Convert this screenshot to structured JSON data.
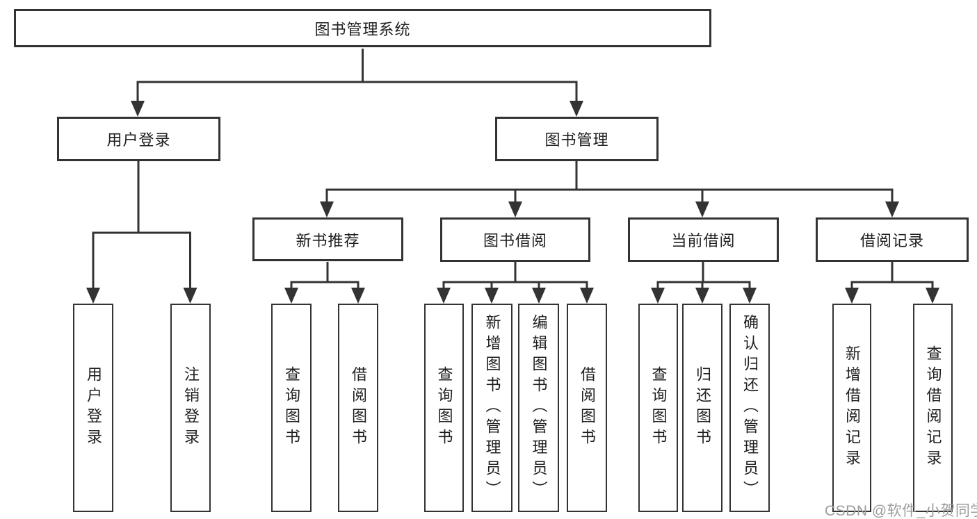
{
  "nodes": {
    "root": "图书管理系统",
    "user_login": "用户登录",
    "book_mgmt": "图书管理",
    "new_book_rec": "新书推荐",
    "book_borrow": "图书借阅",
    "current_borrow": "当前借阅",
    "borrow_record": "借阅记录"
  },
  "leaves": [
    {
      "parent": "用户登录",
      "label": "用户登录"
    },
    {
      "parent": "用户登录",
      "label": "注销登录"
    },
    {
      "parent": "新书推荐",
      "label": "查询图书"
    },
    {
      "parent": "新书推荐",
      "label": "借阅图书"
    },
    {
      "parent": "图书借阅",
      "label": "查询图书"
    },
    {
      "parent": "图书借阅",
      "label": "新增图书（管理员）"
    },
    {
      "parent": "图书借阅",
      "label": "编辑图书（管理员）"
    },
    {
      "parent": "图书借阅",
      "label": "借阅图书"
    },
    {
      "parent": "当前借阅",
      "label": "查询图书"
    },
    {
      "parent": "当前借阅",
      "label": "归还图书"
    },
    {
      "parent": "当前借阅",
      "label": "确认归还（管理员）"
    },
    {
      "parent": "借阅记录",
      "label": "新增借阅记录"
    },
    {
      "parent": "借阅记录",
      "label": "查询借阅记录"
    }
  ],
  "watermark": "CSDN @软件_小贺同学",
  "colors": {
    "line": "#333333",
    "text": "#1f1f1f",
    "watermark": "#9c9c9c",
    "background": "#ffffff"
  }
}
